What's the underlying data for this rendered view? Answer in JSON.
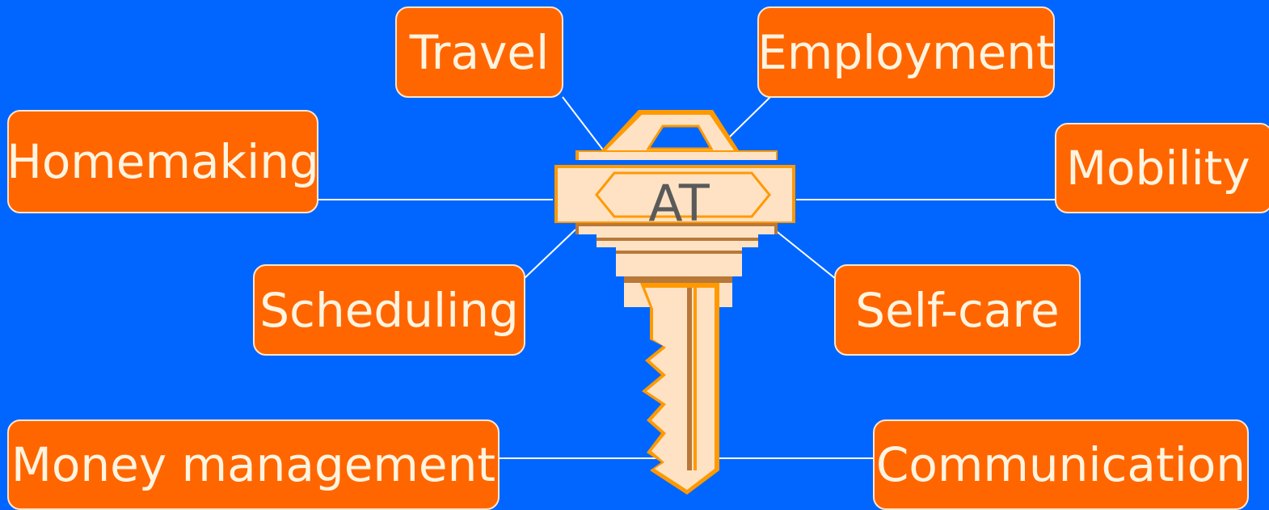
{
  "center": {
    "label": "AT"
  },
  "nodes": {
    "travel": "Travel",
    "employment": "Employment",
    "homemaking": "Homemaking",
    "mobility": "Mobility",
    "scheduling": "Scheduling",
    "self_care": "Self-care",
    "money_management": "Money management",
    "communication": "Communication"
  },
  "colors": {
    "background": "#0066FF",
    "node_fill": "#FF6600",
    "node_border": "#FFE6C8",
    "node_text": "#FFF4E0",
    "key_fill": "#FFE2C4",
    "key_outline": "#FF9900",
    "key_shadow": "#B87838",
    "connector": "#FFFFFF"
  }
}
